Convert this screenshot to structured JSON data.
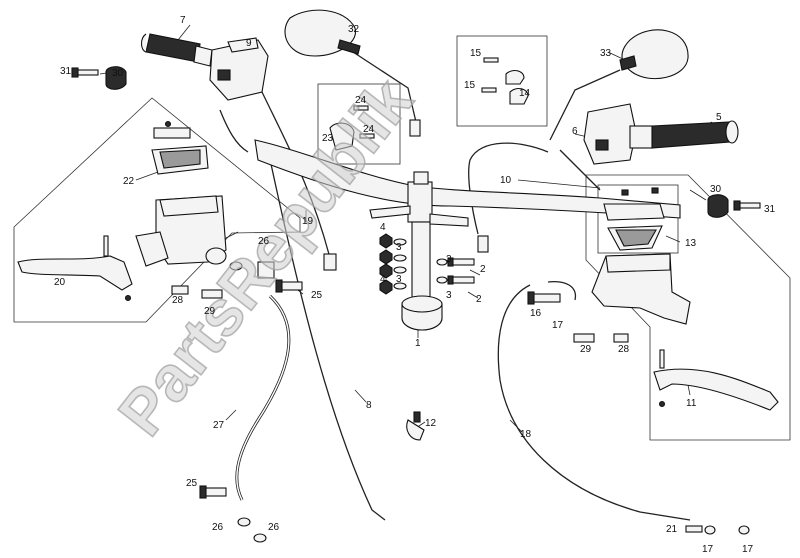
{
  "watermark": {
    "text": "PartsRepublik"
  },
  "labels": [
    {
      "id": "l1",
      "text": "1"
    },
    {
      "id": "l2a",
      "text": "2"
    },
    {
      "id": "l2b",
      "text": "2"
    },
    {
      "id": "l3a",
      "text": "3"
    },
    {
      "id": "l3b",
      "text": "3"
    },
    {
      "id": "l3c",
      "text": "3"
    },
    {
      "id": "l3d",
      "text": "3"
    },
    {
      "id": "l4a",
      "text": "4"
    },
    {
      "id": "l4b",
      "text": "4"
    },
    {
      "id": "l5",
      "text": "5"
    },
    {
      "id": "l6",
      "text": "6"
    },
    {
      "id": "l7",
      "text": "7"
    },
    {
      "id": "l8",
      "text": "8"
    },
    {
      "id": "l9",
      "text": "9"
    },
    {
      "id": "l10",
      "text": "10"
    },
    {
      "id": "l11",
      "text": "11"
    },
    {
      "id": "l12",
      "text": "12"
    },
    {
      "id": "l13",
      "text": "13"
    },
    {
      "id": "l14",
      "text": "14"
    },
    {
      "id": "l15a",
      "text": "15"
    },
    {
      "id": "l15b",
      "text": "15"
    },
    {
      "id": "l16",
      "text": "16"
    },
    {
      "id": "l17a",
      "text": "17"
    },
    {
      "id": "l17b",
      "text": "17"
    },
    {
      "id": "l17c",
      "text": "17"
    },
    {
      "id": "l18",
      "text": "18"
    },
    {
      "id": "l19",
      "text": "19"
    },
    {
      "id": "l20",
      "text": "20"
    },
    {
      "id": "l21",
      "text": "21"
    },
    {
      "id": "l22",
      "text": "22"
    },
    {
      "id": "l23",
      "text": "23"
    },
    {
      "id": "l24a",
      "text": "24"
    },
    {
      "id": "l24b",
      "text": "24"
    },
    {
      "id": "l25a",
      "text": "25"
    },
    {
      "id": "l25b",
      "text": "25"
    },
    {
      "id": "l26a",
      "text": "26"
    },
    {
      "id": "l26b",
      "text": "26"
    },
    {
      "id": "l26c",
      "text": "26"
    },
    {
      "id": "l27",
      "text": "27"
    },
    {
      "id": "l28a",
      "text": "28"
    },
    {
      "id": "l28b",
      "text": "28"
    },
    {
      "id": "l29a",
      "text": "29"
    },
    {
      "id": "l29b",
      "text": "29"
    },
    {
      "id": "l30a",
      "text": "30"
    },
    {
      "id": "l30b",
      "text": "30"
    },
    {
      "id": "l31a",
      "text": "31"
    },
    {
      "id": "l31b",
      "text": "31"
    },
    {
      "id": "l32",
      "text": "32"
    },
    {
      "id": "l33",
      "text": "33"
    }
  ]
}
